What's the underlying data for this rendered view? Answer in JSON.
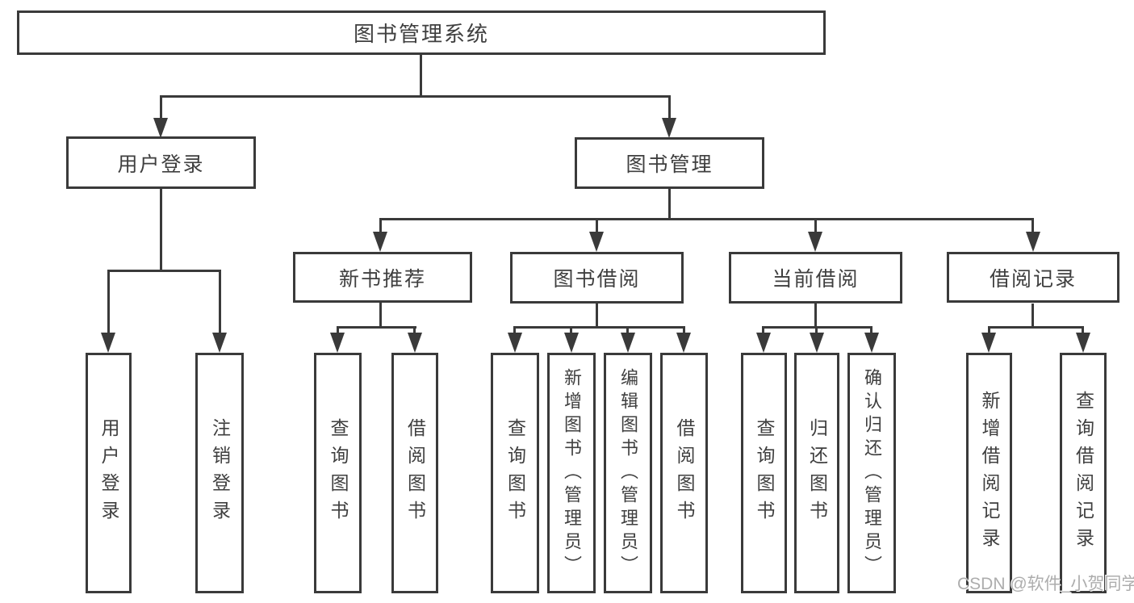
{
  "diagram": {
    "root": {
      "label": "图书管理系统"
    },
    "level2": [
      {
        "label": "用户登录"
      },
      {
        "label": "图书管理"
      }
    ],
    "level3": [
      {
        "label": "新书推荐"
      },
      {
        "label": "图书借阅"
      },
      {
        "label": "当前借阅"
      },
      {
        "label": "借阅记录"
      }
    ],
    "leaves": {
      "user_login": [
        "用户登录",
        "注销登录"
      ],
      "new_books": [
        "查询图书",
        "借阅图书"
      ],
      "book_borrow": [
        "查询图书",
        "新增图书（管理员）",
        "编辑图书（管理员）",
        "借阅图书"
      ],
      "current_borrow": [
        "查询图书",
        "归还图书",
        "确认归还（管理员）"
      ],
      "borrow_records": [
        "新增借阅记录",
        "查询借阅记录"
      ]
    },
    "watermark": "CSDN @软件_小贺同学",
    "colors": {
      "line": "#3a3a3a",
      "text": "#3f3f3f",
      "box_bg": "#ffffff",
      "watermark": "#adadad",
      "background": "#ffffff"
    }
  }
}
